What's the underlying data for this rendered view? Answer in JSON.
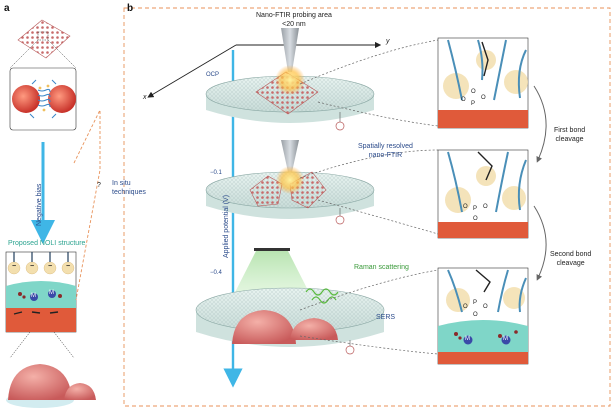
{
  "panels": {
    "a": "a",
    "b": "b"
  },
  "panel_a": {
    "negative_bias": "Negative bias",
    "proposed_structure": "Proposed NOLI structure",
    "question_mark": "?",
    "in_situ": [
      "In situ",
      "techniques"
    ]
  },
  "panel_b": {
    "probing_area": [
      "Nano-FTIR probing area",
      "<20 nm"
    ],
    "axis_y": "y",
    "axis_x": "x",
    "potential_axis": "Applied potential (V)",
    "potential_ticks": [
      "OCP",
      "−0.1",
      "−0.4"
    ],
    "nano_ftir": [
      "Spatially resolved",
      "nano-FTIR"
    ],
    "raman": "Raman scattering",
    "sers": "SERS",
    "first_cleavage": [
      "First bond",
      "cleavage"
    ],
    "second_cleavage": [
      "Second bond",
      "cleavage"
    ],
    "ion_label": "M",
    "ion_charge": "+",
    "minus_sign": "−",
    "atom_p": "P",
    "atom_o": "O"
  },
  "colors": {
    "dashed_border": "#e8925a",
    "arrow_blue": "#3fb6e6",
    "teal_layer": "#7fd6c8",
    "electrode": "#e05a3a",
    "sphere": "#e05a4a",
    "particle": "#f0c8a0",
    "chain": "#4a8fb8",
    "text_blue": "#2a4a8a"
  }
}
